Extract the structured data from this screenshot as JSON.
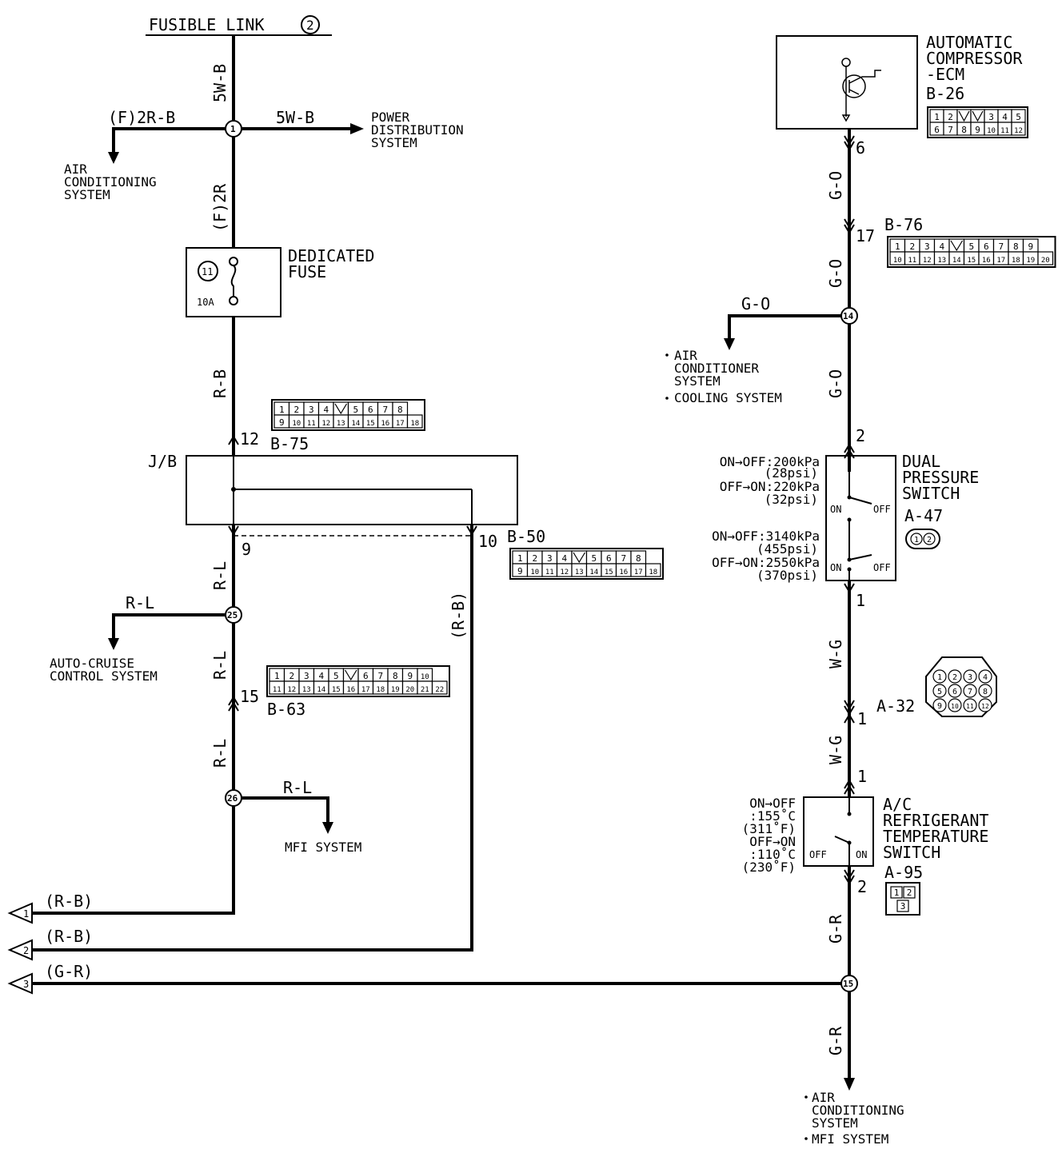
{
  "labels": {
    "fusible_link": "FUSIBLE LINK",
    "fusible_link_num": "2",
    "w_5wb_vert": "5W-B",
    "w_5wb_horiz": "5W-B",
    "w_f2rb": "(F)2R-B",
    "w_f2r": "(F)2R",
    "power_dist": [
      "POWER",
      "DISTRIBUTION",
      "SYSTEM"
    ],
    "air_cond_sys": [
      "AIR",
      "CONDITIONING",
      "SYSTEM"
    ],
    "dedicated_fuse": [
      "DEDICATED",
      "FUSE"
    ],
    "fuse_num": "11",
    "fuse_amp": "10A",
    "w_rb": "R-B",
    "jb": "J/B",
    "b75": "B-75",
    "pin12": "12",
    "pin9": "9",
    "pin10": "10",
    "b50": "B-50",
    "w_rl_1": "R-L",
    "w_rl_side": "R-L",
    "w_rl_2": "R-L",
    "w_rl_3": "R-L",
    "w_rl_mfi": "R-L",
    "w_rb_paren": "(R-B)",
    "auto_cruise": [
      "AUTO-CRUISE",
      "CONTROL SYSTEM"
    ],
    "pin15": "15",
    "b63": "B-63",
    "mfi_system": "MFI SYSTEM",
    "junc1": "1",
    "junc25": "25",
    "junc26": "26",
    "junc14": "14",
    "junc15": "15",
    "arrow1_label": "(R-B)",
    "arrow2_label": "(R-B)",
    "arrow3_label": "(G-R)",
    "arrow1_num": "1",
    "arrow2_num": "2",
    "arrow3_num": "3",
    "ecm": [
      "AUTOMATIC",
      "COMPRESSOR",
      "-ECM"
    ],
    "b26": "B-26",
    "pin6": "6",
    "w_go_1": "G-O",
    "pin17": "17",
    "b76": "B-76",
    "w_go_2": "G-O",
    "w_go_side": "G-O",
    "air_cond_cool": [
      "AIR",
      "CONDITIONER",
      "SYSTEM",
      "COOLING SYSTEM"
    ],
    "w_go_3": "G-O",
    "pin2_dps": "2",
    "dual_pressure": [
      "DUAL",
      "PRESSURE",
      "SWITCH"
    ],
    "a47": "A-47",
    "dps_specs": [
      "ON→OFF:200kPa",
      "(28psi)",
      "OFF→ON:220kPa",
      "(32psi)",
      "ON→OFF:3140kPa",
      "(455psi)",
      "OFF→ON:2550kPa",
      "(370psi)"
    ],
    "on": "ON",
    "off": "OFF",
    "pin1_dps": "1",
    "w_wg_1": "W-G",
    "pin1_a32": "1",
    "a32": "A-32",
    "w_wg_2": "W-G",
    "pin1_ref": "1",
    "ac_ref": [
      "A/C",
      "REFRIGERANT",
      "TEMPERATURE",
      "SWITCH"
    ],
    "ref_specs": [
      "ON→OFF",
      ":155˚C",
      "(311˚F)",
      "OFF→ON",
      ":110˚C",
      "(230˚F)"
    ],
    "pin2_ref": "2",
    "a95": "A-95",
    "w_gr_1": "G-R",
    "w_gr_2": "G-R",
    "bottom_systems": [
      "AIR",
      "CONDITIONING",
      "SYSTEM",
      "MFI SYSTEM"
    ]
  },
  "connectors": {
    "b26_top": [
      "1",
      "2",
      "",
      "",
      "3",
      "4",
      "5"
    ],
    "b26_bot": [
      "6",
      "7",
      "8",
      "9",
      "10",
      "11",
      "12"
    ],
    "b76_top": [
      "1",
      "2",
      "3",
      "4",
      "",
      "5",
      "6",
      "7",
      "8",
      "9"
    ],
    "b76_bot": [
      "10",
      "11",
      "12",
      "13",
      "14",
      "15",
      "16",
      "17",
      "18",
      "19",
      "20"
    ],
    "b75_top": [
      "1",
      "2",
      "3",
      "4",
      "",
      "5",
      "6",
      "7",
      "8"
    ],
    "b75_bot": [
      "9",
      "10",
      "11",
      "12",
      "13",
      "14",
      "15",
      "16",
      "17",
      "18"
    ],
    "b50_top": [
      "1",
      "2",
      "3",
      "4",
      "",
      "5",
      "6",
      "7",
      "8"
    ],
    "b50_bot": [
      "9",
      "10",
      "11",
      "12",
      "13",
      "14",
      "15",
      "16",
      "17",
      "18"
    ],
    "b63_top": [
      "1",
      "2",
      "3",
      "4",
      "5",
      "",
      "6",
      "7",
      "8",
      "9",
      "10"
    ],
    "b63_bot": [
      "11",
      "12",
      "13",
      "14",
      "15",
      "16",
      "17",
      "18",
      "19",
      "20",
      "21",
      "22"
    ],
    "a47_pins": [
      "1",
      "2"
    ],
    "a32_pins": [
      "1",
      "2",
      "3",
      "4",
      "5",
      "6",
      "7",
      "8",
      "9",
      "10",
      "11",
      "12"
    ],
    "a95_pins": [
      "1",
      "2",
      "3"
    ]
  }
}
